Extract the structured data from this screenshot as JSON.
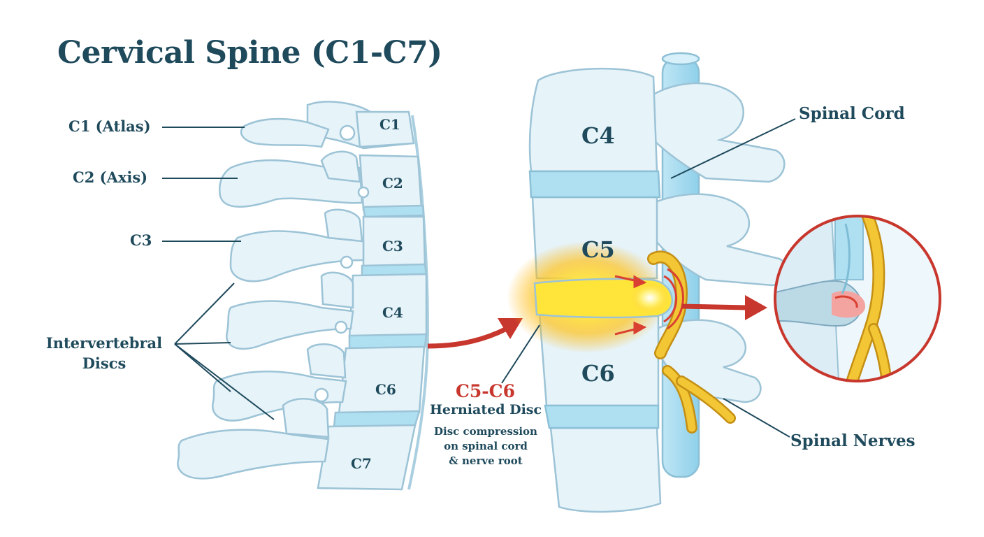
{
  "title": "Cervical Spine (C1-C7)",
  "left_labels": {
    "c1": "C1 (Atlas)",
    "c2": "C2 (Axis)",
    "c3": "C3",
    "discs_line1": "Intervertebral",
    "discs_line2": "Discs"
  },
  "left_vertebrae": [
    "C1",
    "C2",
    "C3",
    "C4",
    "C6",
    "C7"
  ],
  "right_vertebrae": [
    "C4",
    "C5",
    "C6"
  ],
  "right_labels": {
    "spinal_cord": "Spinal Cord",
    "spinal_nerves": "Spinal Nerves"
  },
  "herniation": {
    "level": "C5-C6",
    "heading": "Herniated Disc",
    "desc_line1": "Disc compression",
    "desc_line2": "on spinal cord",
    "desc_line3": "& nerve root"
  },
  "colors": {
    "bone": "#e6f3f9",
    "bone_outline": "#9cc3d6",
    "disc": "#aee0f2",
    "text": "#1f4a5c",
    "accent_red": "#c8372d",
    "nerve": "#f2c634",
    "inflammation": "#ffcc33"
  }
}
